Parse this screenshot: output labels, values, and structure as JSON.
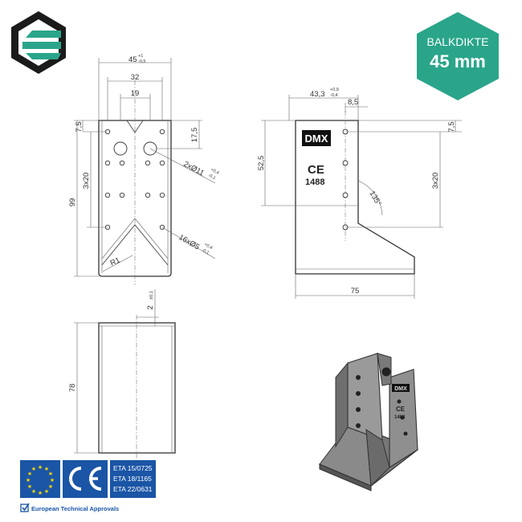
{
  "brand": {
    "logo_icon": "hexagon-stripes-logo",
    "color": "#2aa58a"
  },
  "badge": {
    "line1": "BALKDIKTE",
    "line2": "45 mm",
    "color": "#2aa58a"
  },
  "front_view": {
    "width": "45",
    "width_tol_upper": "+1",
    "width_tol_lower": "-0,5",
    "hole_span": "32",
    "slot_span": "19",
    "top_offset": "7,5",
    "hole_pitch": "3x20",
    "height": "99",
    "slot_offset": "17,5",
    "large_holes": "2xØ11",
    "large_holes_tol_upper": "+0,4",
    "large_holes_tol_lower": "-0,1",
    "small_holes": "16xØ5",
    "small_holes_tol_upper": "+0,4",
    "small_holes_tol_lower": "-0,1",
    "bend_radius": "R1"
  },
  "side_view": {
    "top_width": "43,3",
    "top_width_tol_upper": "+0,9",
    "top_width_tol_lower": "-0,4",
    "edge_offset": "8,5",
    "top_offset": "7,5",
    "height": "52,5",
    "hole_pitch": "3x20",
    "angle": "135°",
    "base_width": "75",
    "brand_mark": "DMX",
    "ce_mark": "CE",
    "ce_number": "1488"
  },
  "bottom_view": {
    "thickness": "2",
    "thickness_tol": "±0,1",
    "depth": "78"
  },
  "render_3d": {
    "ce_mark": "CE",
    "ce_number": "1488",
    "brand_mark": "DMX"
  },
  "certification": {
    "eu_flag_icon": "eu-flag-icon",
    "ce_icon": "ce-mark-icon",
    "etas": [
      "ETA 15/0725",
      "ETA 18/1165",
      "ETA 22/0631"
    ],
    "label": "European Technical Approvals",
    "check_icon": "checkbox-icon",
    "color": "#1a55a6"
  }
}
